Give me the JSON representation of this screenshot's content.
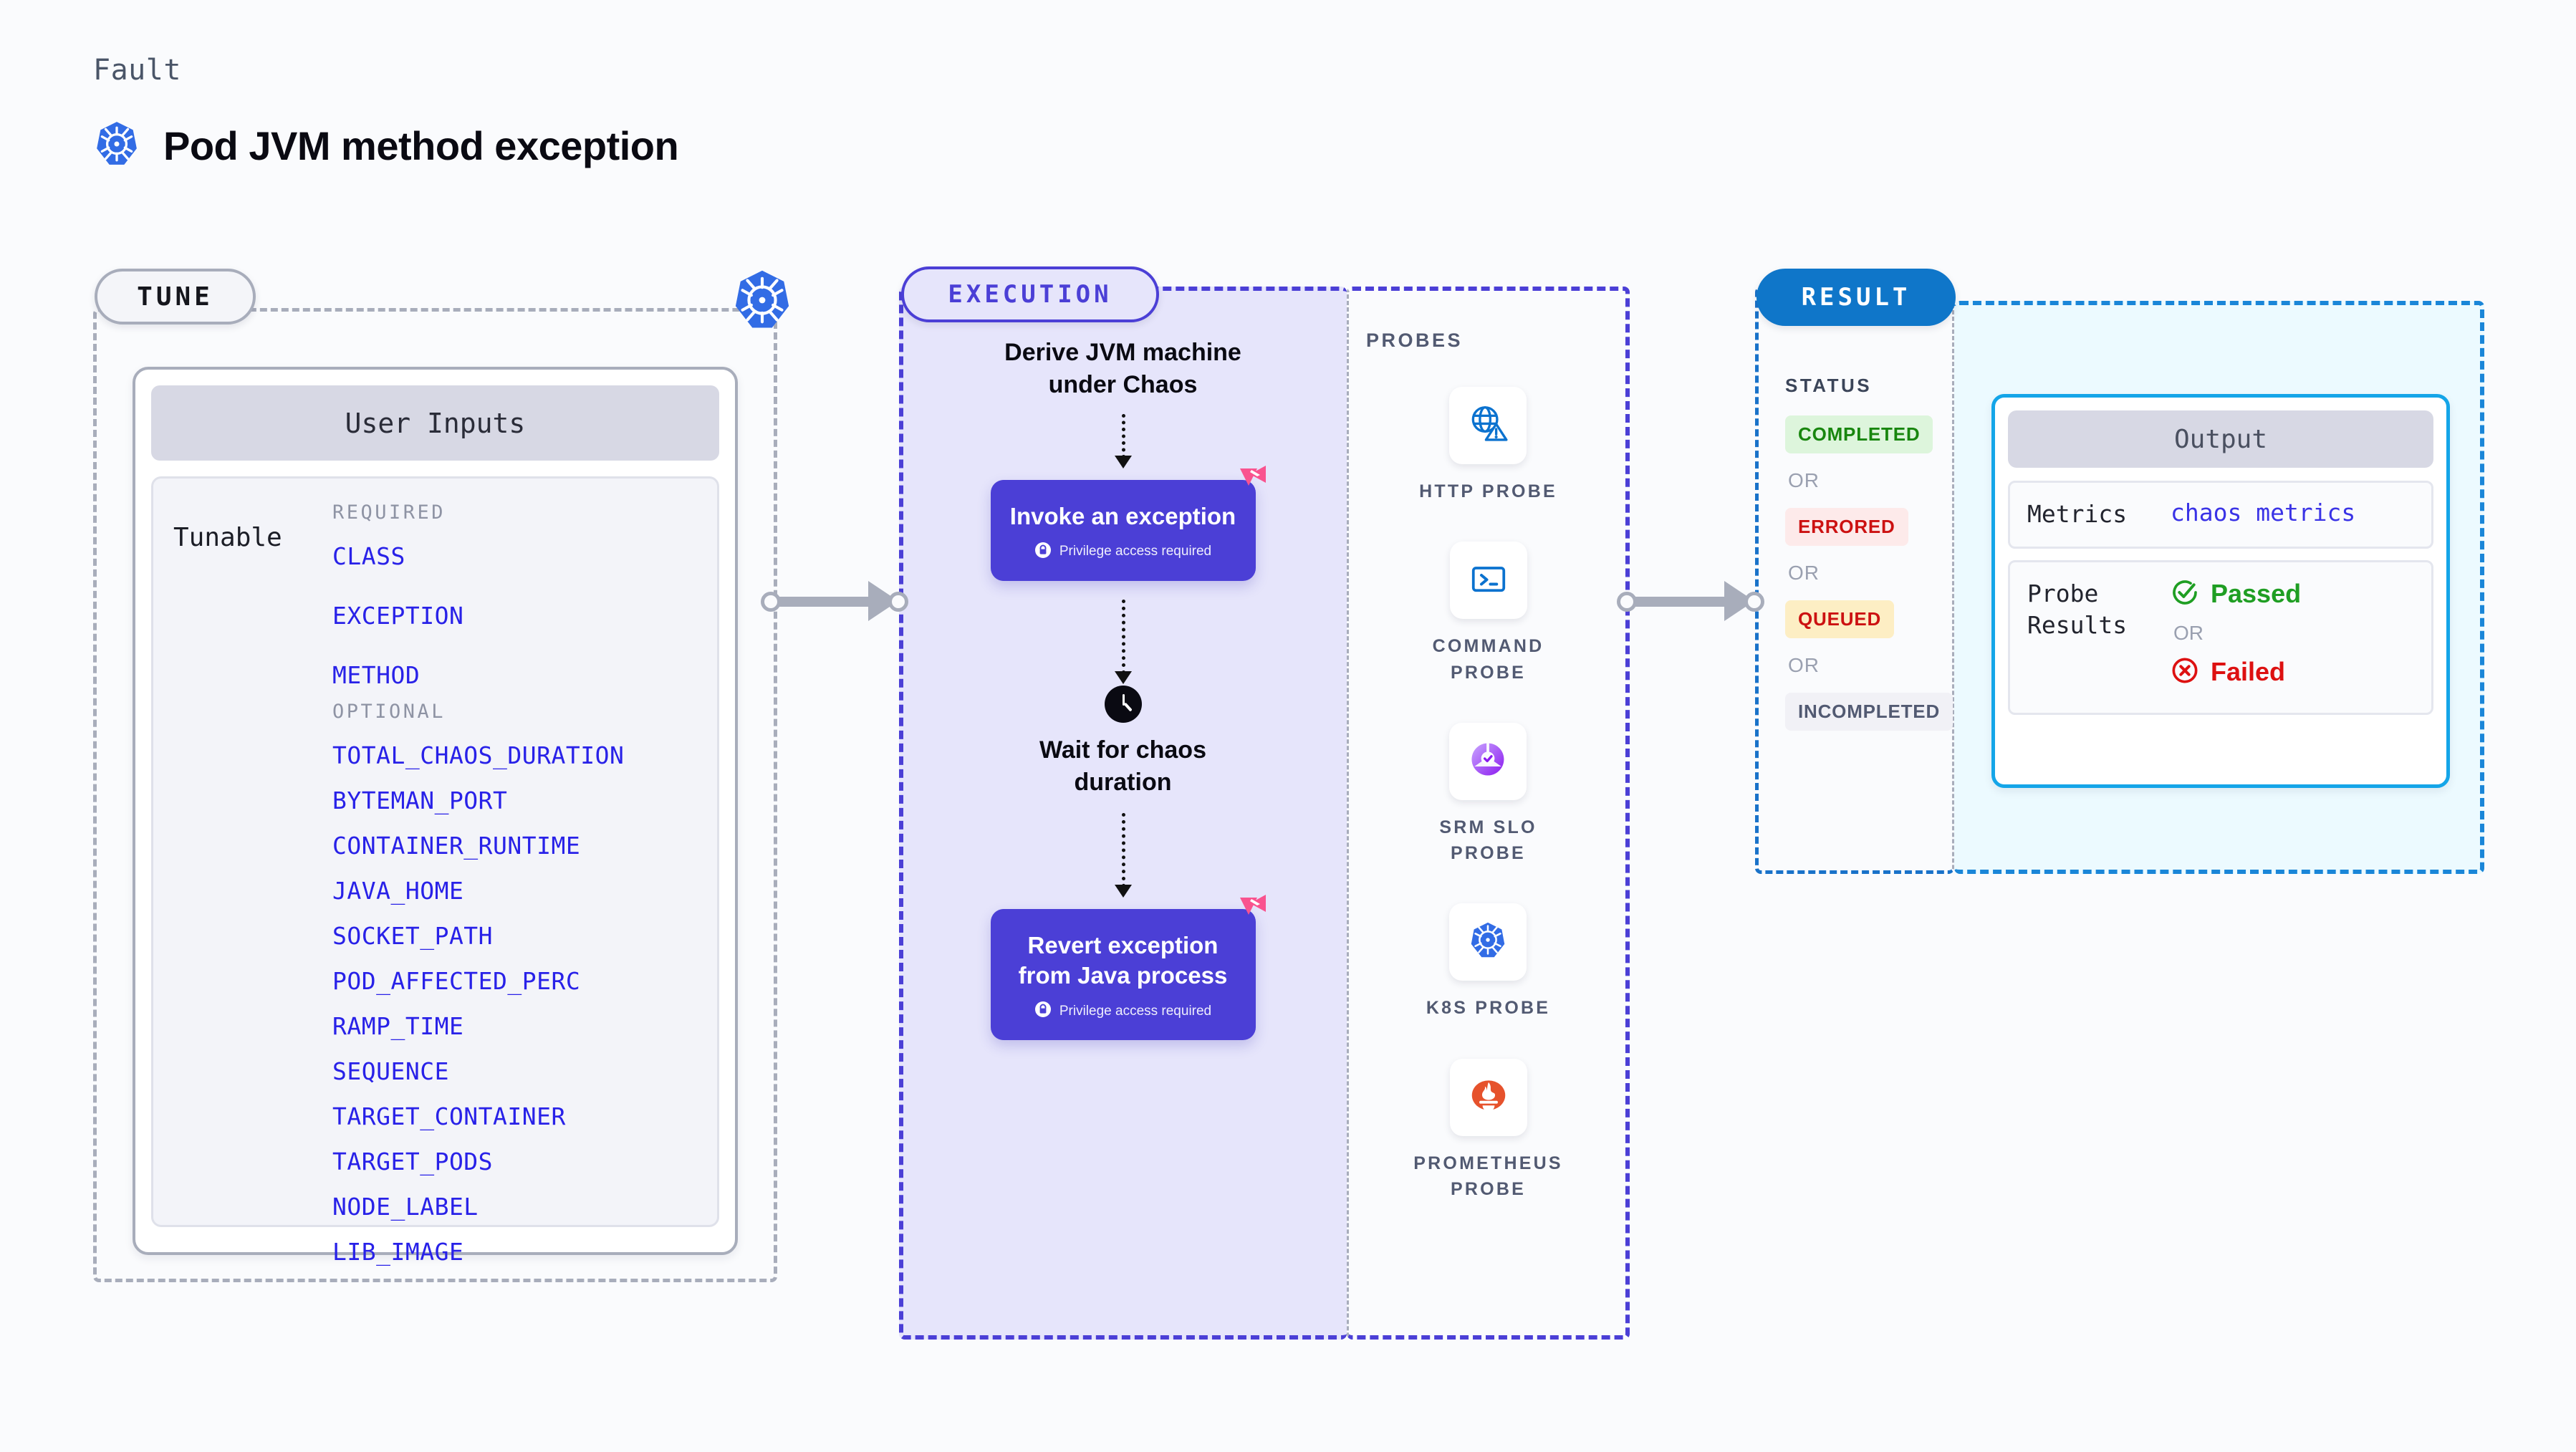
{
  "header": {
    "eyebrow": "Fault",
    "title": "Pod JVM method exception",
    "icon": "kubernetes-icon"
  },
  "stages": {
    "tune": {
      "pill": "TUNE",
      "badge_icon": "kubernetes-icon"
    },
    "execution": {
      "pill": "EXECUTION"
    },
    "probes": {
      "title": "PROBES"
    },
    "result": {
      "pill": "RESULT",
      "status_title": "STATUS"
    }
  },
  "tune": {
    "card_title": "User Inputs",
    "tunable_label": "Tunable",
    "groups": [
      {
        "title": "REQUIRED",
        "params": [
          "CLASS",
          "EXCEPTION",
          "METHOD"
        ]
      },
      {
        "title": "OPTIONAL",
        "params": [
          "TOTAL_CHAOS_DURATION",
          "BYTEMAN_PORT",
          "CONTAINER_RUNTIME",
          "JAVA_HOME",
          "SOCKET_PATH",
          "POD_AFFECTED_PERC",
          "RAMP_TIME",
          "SEQUENCE",
          "TARGET_CONTAINER",
          "TARGET_PODS",
          "NODE_LABEL",
          "LIB_IMAGE"
        ]
      }
    ]
  },
  "execution": {
    "steps": [
      {
        "kind": "text",
        "label": "Derive JVM machine\nunder Chaos"
      },
      {
        "kind": "action",
        "label": "Invoke an exception",
        "note": "Privilege access required",
        "note_icon": "lock-icon",
        "brand_icon": "litmus-icon"
      },
      {
        "kind": "wait",
        "icon": "clock-icon",
        "label": "Wait for chaos\nduration"
      },
      {
        "kind": "action",
        "label": "Revert exception\nfrom Java process",
        "note": "Privilege access required",
        "note_icon": "lock-icon",
        "brand_icon": "litmus-icon"
      }
    ]
  },
  "probes": [
    {
      "name": "HTTP  PROBE",
      "icon": "globe-warning-icon"
    },
    {
      "name": "COMMAND\nPROBE",
      "icon": "terminal-icon"
    },
    {
      "name": "SRM  SLO\nPROBE",
      "icon": "srm-slo-icon"
    },
    {
      "name": "K8S  PROBE",
      "icon": "kubernetes-icon"
    },
    {
      "name": "PROMETHEUS\nPROBE",
      "icon": "prometheus-icon"
    }
  ],
  "result": {
    "statuses": [
      {
        "label": "COMPLETED",
        "bg": "#ddf5dc",
        "fg": "#18860e"
      },
      {
        "label": "ERRORED",
        "bg": "#fdeaea",
        "fg": "#cc1111"
      },
      {
        "label": "QUEUED",
        "bg": "#fdeec4",
        "fg": "#cc1111"
      },
      {
        "label": "INCOMPLETED",
        "bg": "#f1f1f6",
        "fg": "#525a72"
      }
    ],
    "or_label": "OR",
    "output": {
      "title": "Output",
      "metrics_key": "Metrics",
      "metrics_value": "chaos metrics",
      "probe_results_key": "Probe\nResults",
      "passed_label": "Passed",
      "passed_icon": "check-circle-icon",
      "failed_label": "Failed",
      "failed_icon": "x-circle-icon",
      "or_label": "OR"
    }
  },
  "colors": {
    "accent_purple": "#4b3fd6",
    "accent_blue": "#0f76c9",
    "param_blue": "#2821e8",
    "pink": "#f9538f",
    "green": "#18860e",
    "red": "#cc1111"
  }
}
